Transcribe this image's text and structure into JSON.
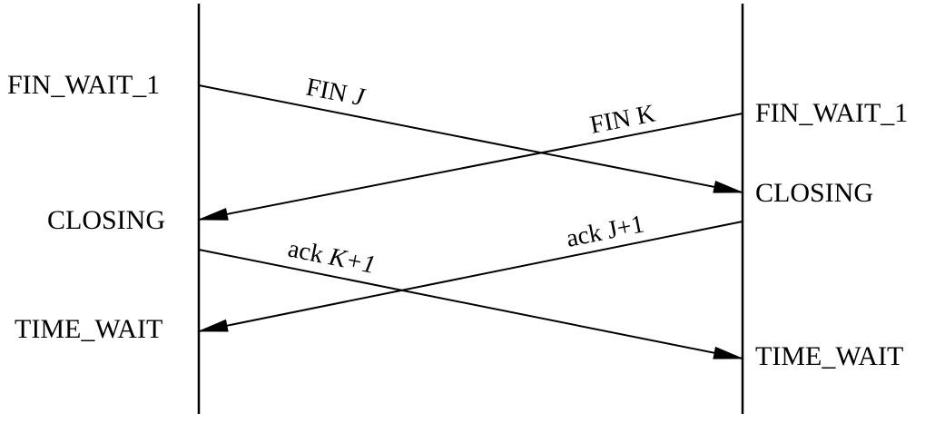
{
  "diagram": {
    "type": "sequence",
    "colors": {
      "ink": "#000000",
      "background": "#ffffff"
    },
    "left_states": [
      "FIN_WAIT_1",
      "CLOSING",
      "TIME_WAIT"
    ],
    "right_states": [
      "FIN_WAIT_1",
      "CLOSING",
      "TIME_WAIT"
    ],
    "messages": [
      {
        "label": "FIN J",
        "label_parts": [
          "FIN ",
          "J"
        ],
        "from": "left",
        "to": "right"
      },
      {
        "label": "FIN K",
        "label_parts": [
          "FIN K",
          ""
        ],
        "from": "right",
        "to": "left"
      },
      {
        "label": "ack K+1",
        "label_parts": [
          "ack ",
          "K+1"
        ],
        "from": "left",
        "to": "right"
      },
      {
        "label": "ack J+1",
        "label_parts": [
          "ack J+1",
          ""
        ],
        "from": "right",
        "to": "left"
      }
    ]
  }
}
